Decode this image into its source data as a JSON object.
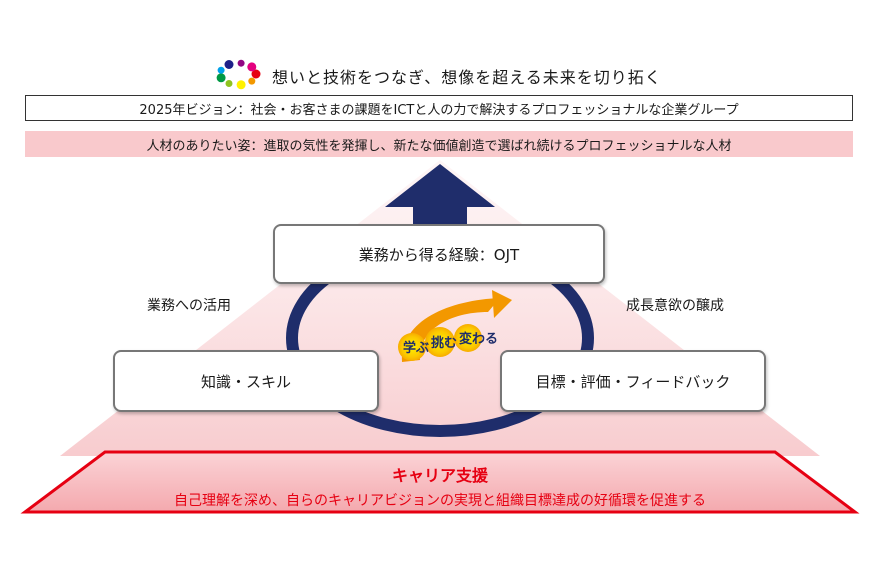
{
  "slogan": "想いと技術をつなぎ、想像を超える未来を切り拓く",
  "vision": "2025年ビジョン：社会・お客さまの課題をICTと人の力で解決するプロフェッショナルな企業グループ",
  "ideal_person": "人材のありたい姿：進取の気性を発揮し、新たな価値創造で選ばれ続けるプロフェッショナルな人材",
  "cycle": {
    "top_box": "業務から得る経験：OJT",
    "left_box": "知識・スキル",
    "right_box": "目標・評価・フィードバック",
    "left_label": "業務への活用",
    "right_label": "成長意欲の醸成",
    "center_logo_text": "学ぶ挑む変わる"
  },
  "career": {
    "title": "キャリア支援",
    "description": "自己理解を深め、自らのキャリアビジョンの実現と組織目標達成の好循環を促進する"
  },
  "colors": {
    "navy": "#1f2d6b",
    "red": "#e60012",
    "pink_band": "#f9c9cc",
    "orange": "#f39800",
    "yellow": "#fcc800"
  },
  "logo_dot_colors": [
    "#e60012",
    "#f39800",
    "#fff100",
    "#8fc31f",
    "#009944",
    "#00a0e9",
    "#1d2088",
    "#920783",
    "#e4007f"
  ]
}
